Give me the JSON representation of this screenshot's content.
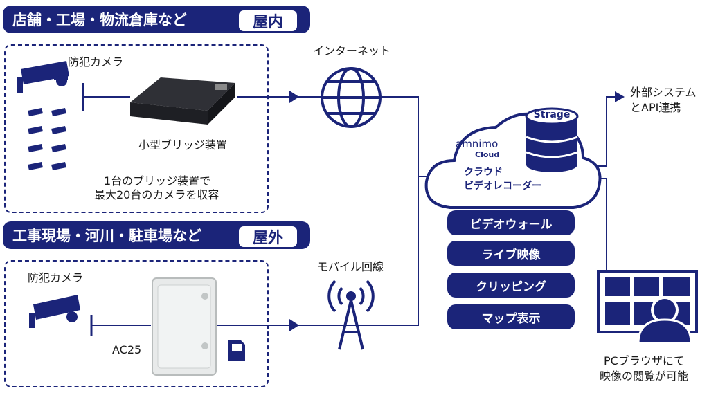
{
  "indoor": {
    "banner": "店舗・工場・物流倉庫など",
    "tag": "屋内",
    "camera_label": "防犯カメラ",
    "bridge_label": "小型ブリッジ装置",
    "note_line1": "1台のブリッジ装置で",
    "note_line2": "最大20台のカメラを収容"
  },
  "outdoor": {
    "banner": "工事現場・河川・駐車場など",
    "tag": "屋外",
    "camera_label": "防犯カメラ",
    "device_label": "AC25",
    "sim_label": "SIM"
  },
  "network": {
    "internet_label": "インターネット",
    "mobile_label": "モバイル回線"
  },
  "cloud": {
    "brand": "amnimo",
    "brand_sub": "Cloud",
    "storage_label": "Strage",
    "recorder_line1": "クラウド",
    "recorder_line2": "ビデオレコーダー"
  },
  "features": [
    "ビデオウォール",
    "ライブ映像",
    "クリッピング",
    "マップ表示"
  ],
  "external": {
    "line1": "外部システム",
    "line2": "とAPI連携"
  },
  "viewer": {
    "line1": "PCブラウザにて",
    "line2": "映像の閲覧が可能"
  },
  "colors": {
    "navy": "#1b2479",
    "white": "#ffffff"
  }
}
